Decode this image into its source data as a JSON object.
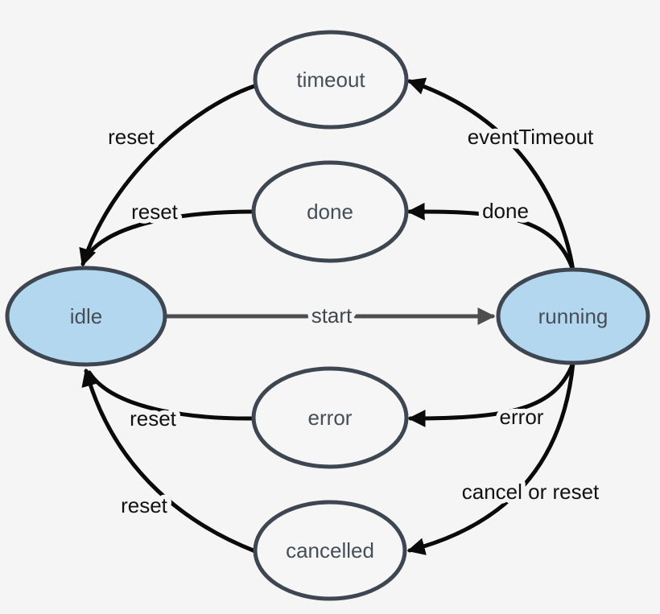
{
  "diagram": {
    "type": "state-machine",
    "states": [
      {
        "id": "timeout",
        "label": "timeout",
        "highlighted": false
      },
      {
        "id": "done",
        "label": "done",
        "highlighted": false
      },
      {
        "id": "idle",
        "label": "idle",
        "highlighted": true
      },
      {
        "id": "running",
        "label": "running",
        "highlighted": true
      },
      {
        "id": "error",
        "label": "error",
        "highlighted": false
      },
      {
        "id": "cancelled",
        "label": "cancelled",
        "highlighted": false
      }
    ],
    "transitions": [
      {
        "from": "running",
        "to": "timeout",
        "label": "eventTimeout"
      },
      {
        "from": "timeout",
        "to": "idle",
        "label": "reset"
      },
      {
        "from": "running",
        "to": "done",
        "label": "done"
      },
      {
        "from": "done",
        "to": "idle",
        "label": "reset"
      },
      {
        "from": "idle",
        "to": "running",
        "label": "start"
      },
      {
        "from": "running",
        "to": "error",
        "label": "error"
      },
      {
        "from": "error",
        "to": "idle",
        "label": "reset"
      },
      {
        "from": "running",
        "to": "cancelled",
        "label": "cancel or reset"
      },
      {
        "from": "cancelled",
        "to": "idle",
        "label": "reset"
      }
    ],
    "colors": {
      "background": "#f5f5f6",
      "state_fill": "#f6f6f7",
      "highlighted_state_fill": "#b2d7ef",
      "state_border": "#3d4651",
      "state_text": "#454e59",
      "transition_arrow": "#0a0a0a",
      "start_arrow": "#4d4d4d"
    }
  }
}
